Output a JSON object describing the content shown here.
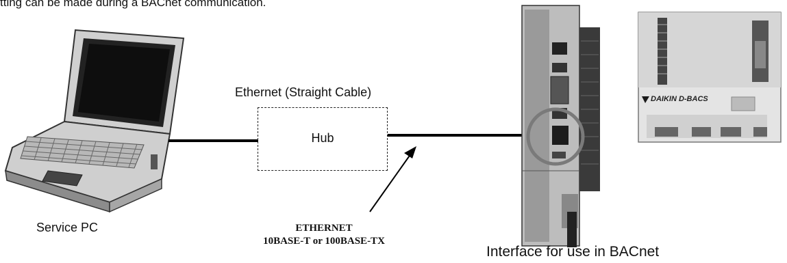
{
  "intro_text": "tting can be made during a BACnet communication.",
  "labels": {
    "ethernet_cable": "Ethernet (Straight Cable)",
    "hub": "Hub",
    "service_pc": "Service PC",
    "ethernet_spec_line1": "ETHERNET",
    "ethernet_spec_line2": "10BASE-T or 100BASE-TX",
    "interface": "Interface for use in BACnet",
    "device_brand": "DAIKIN D-BACS"
  },
  "colors": {
    "line": "#000000",
    "device_metal": "#cfcfcf",
    "device_front": "#e6e6e6",
    "highlight_circle": "#7a7a7a"
  }
}
